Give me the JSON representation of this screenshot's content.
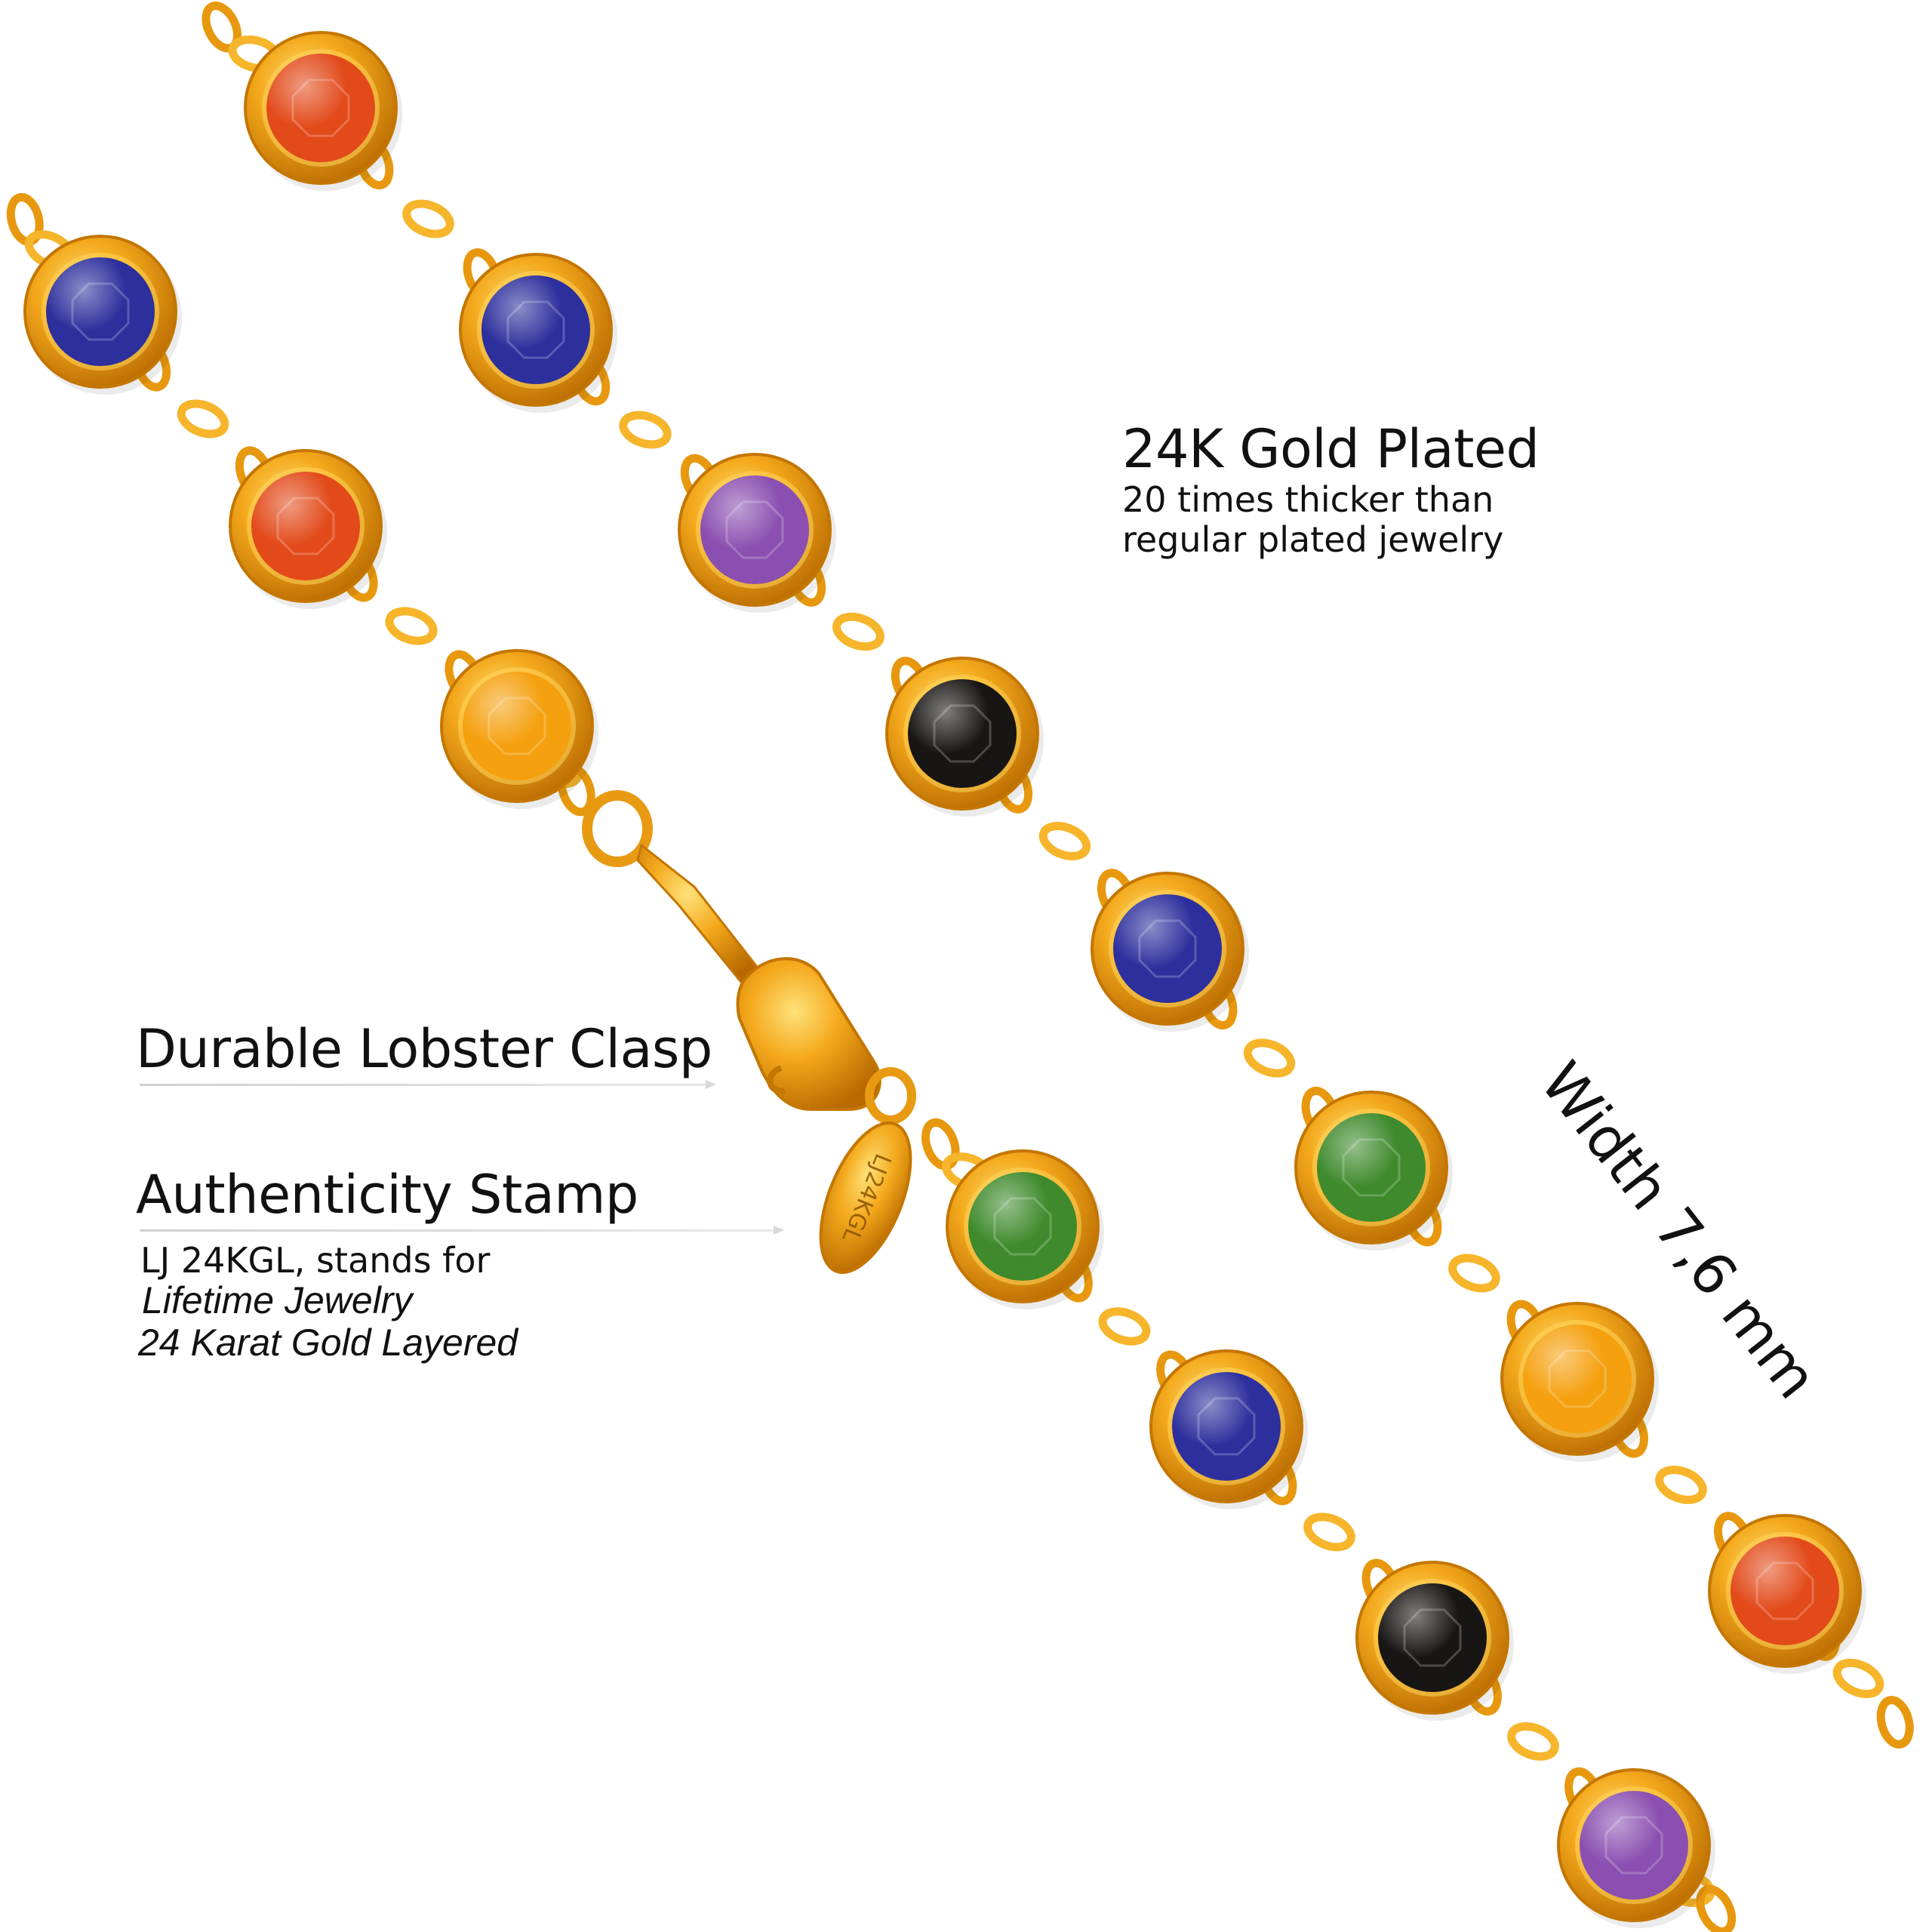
{
  "features": {
    "gold_plated": {
      "title": "24K Gold Plated",
      "subtitle_line1": "20 times thicker than",
      "subtitle_line2": "regular plated jewelry"
    },
    "clasp": {
      "title": "Durable Lobster Clasp"
    },
    "stamp": {
      "title": "Authenticity Stamp",
      "line1": "LJ 24KGL, stands  for",
      "line2": "Lifetime Jewelry",
      "line3": "24 Karat Gold Layered"
    },
    "width": {
      "label": "Width 7,6 mm"
    }
  },
  "tag": {
    "engraving": "LJ24KGL"
  },
  "bracelet": {
    "strand_top": [
      "red",
      "blue",
      "purple",
      "black",
      "blue",
      "green",
      "orange",
      "red"
    ],
    "strand_bottom_left": [
      "blue",
      "red",
      "orange"
    ],
    "strand_bottom_right": [
      "green",
      "blue",
      "black",
      "purple"
    ]
  },
  "colors": {
    "gold": "#f0a418",
    "gold_dark": "#c47600",
    "gold_light": "#ffd65c",
    "red": "#e24a1a",
    "blue": "#2c2f9c",
    "purple": "#8a4fb0",
    "black": "#181614",
    "green": "#3e8a2c",
    "orange": "#f5a00e"
  }
}
